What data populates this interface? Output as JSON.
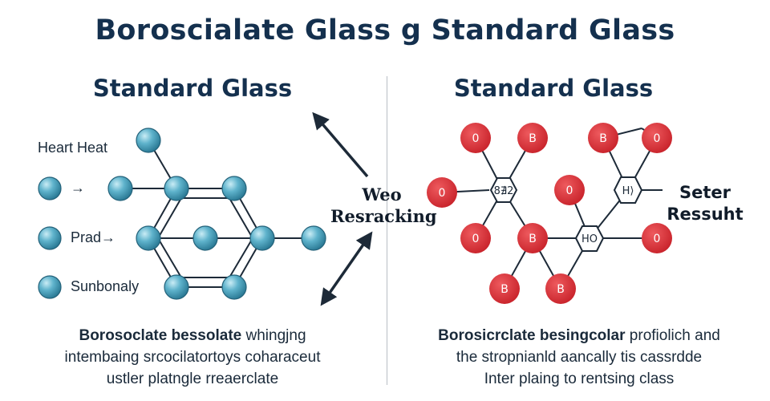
{
  "title": "Boroscialate Glass  g  Standard Glass",
  "left_panel": {
    "title": "Standard Glass",
    "labels": {
      "heat": "Heart Heat",
      "arrow": "→",
      "prad": "Prad→",
      "sunbonaly": "Sunbonaly"
    },
    "caption": {
      "line1_bold": "Borosoclate bessolate",
      "line1_rest": " whingjng",
      "line2": "intembaing srcocilatortoys coharaceut",
      "line3": "ustler platngle rreaerclate"
    }
  },
  "center": {
    "line1": "Weo",
    "line2": "Resracking"
  },
  "right_panel": {
    "title": "Standard Glass",
    "result_line1": "Seter",
    "result_line2": "Ressuht",
    "ring_labels": [
      "8∄2",
      "H⟩",
      "HO"
    ],
    "atom_o": "0",
    "atom_b": "B",
    "caption": {
      "line1_bold": "Borosicrclate besingcolar",
      "line1_rest": " profiolich and",
      "line2": "the stropnianld aancally tis cassrdde",
      "line3": "Inter plaing to rentsing class"
    }
  },
  "colors": {
    "title": "#14304e",
    "teal_atom": "#3f97b4",
    "red_atom": "#d22a30",
    "bond": "#1d2a38"
  }
}
